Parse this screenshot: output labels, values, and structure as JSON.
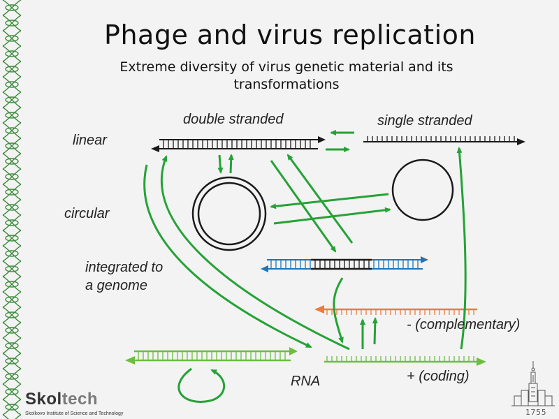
{
  "title": "Phage and virus replication",
  "subtitle": "Extreme diversity of virus genetic material and its transformations",
  "labels": {
    "double_stranded": "double stranded",
    "single_stranded": "single stranded",
    "linear": "linear",
    "circular": "circular",
    "integrated_line1": "integrated to",
    "integrated_line2": "a genome",
    "complementary": "- (complementary)",
    "rna": "RNA",
    "coding": "+ (coding)"
  },
  "logo": {
    "name_part1": "Skol",
    "name_part2": "tech",
    "tagline": "Skolkovo Institute of Science and Technology"
  },
  "crest_year": "1755",
  "colors": {
    "arrow_green": "#25a236",
    "dna_black": "#1a1a1a",
    "host_blue": "#1b75bc",
    "rna_orange": "#ec7c3a",
    "rna_green": "#6bbf3c",
    "border_green": "#3b8a3b"
  },
  "icons": [
    "dna-helix-border",
    "moscow-university-crest"
  ]
}
